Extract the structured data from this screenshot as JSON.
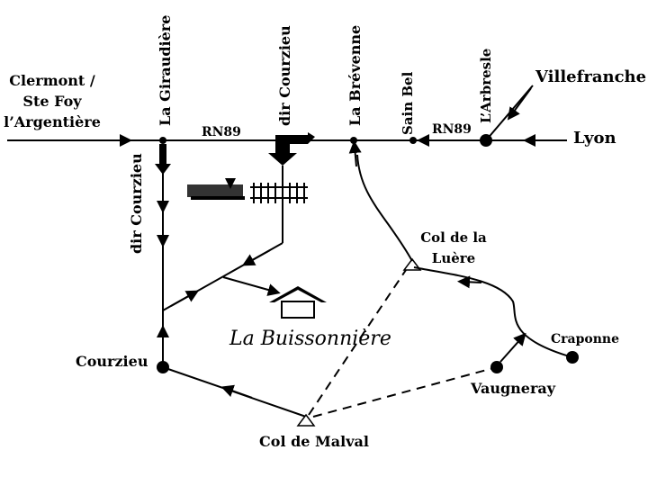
{
  "labels": {
    "clermont": [
      "Clermont /",
      "Ste Foy",
      "l’Argentière"
    ],
    "la_giraudiere": "La Giraudière",
    "dir_courzieu_top": "dir Courzieu",
    "la_brevenne": "La Brévenne",
    "sain_bel": "Sain Bel",
    "l_arbresle": "L’Arbresle",
    "villefranche": "Villefranche",
    "lyon": "Lyon",
    "rn89_left": "RN89",
    "rn89_right": "RN89",
    "dir_courzieu_side": "dir Courzieu",
    "col_de_la_luere": [
      "Col de la",
      "Luère"
    ],
    "craponne": "Craponne",
    "vaugneray": "Vaugneray",
    "courzieu": "Courzieu",
    "col_de_malval": "Col de Malval",
    "destination": "La Buissonnière"
  },
  "icons": {
    "train": "train-icon",
    "house": "house-icon"
  },
  "colors": {
    "ink": "#000000",
    "background": "#ffffff"
  }
}
